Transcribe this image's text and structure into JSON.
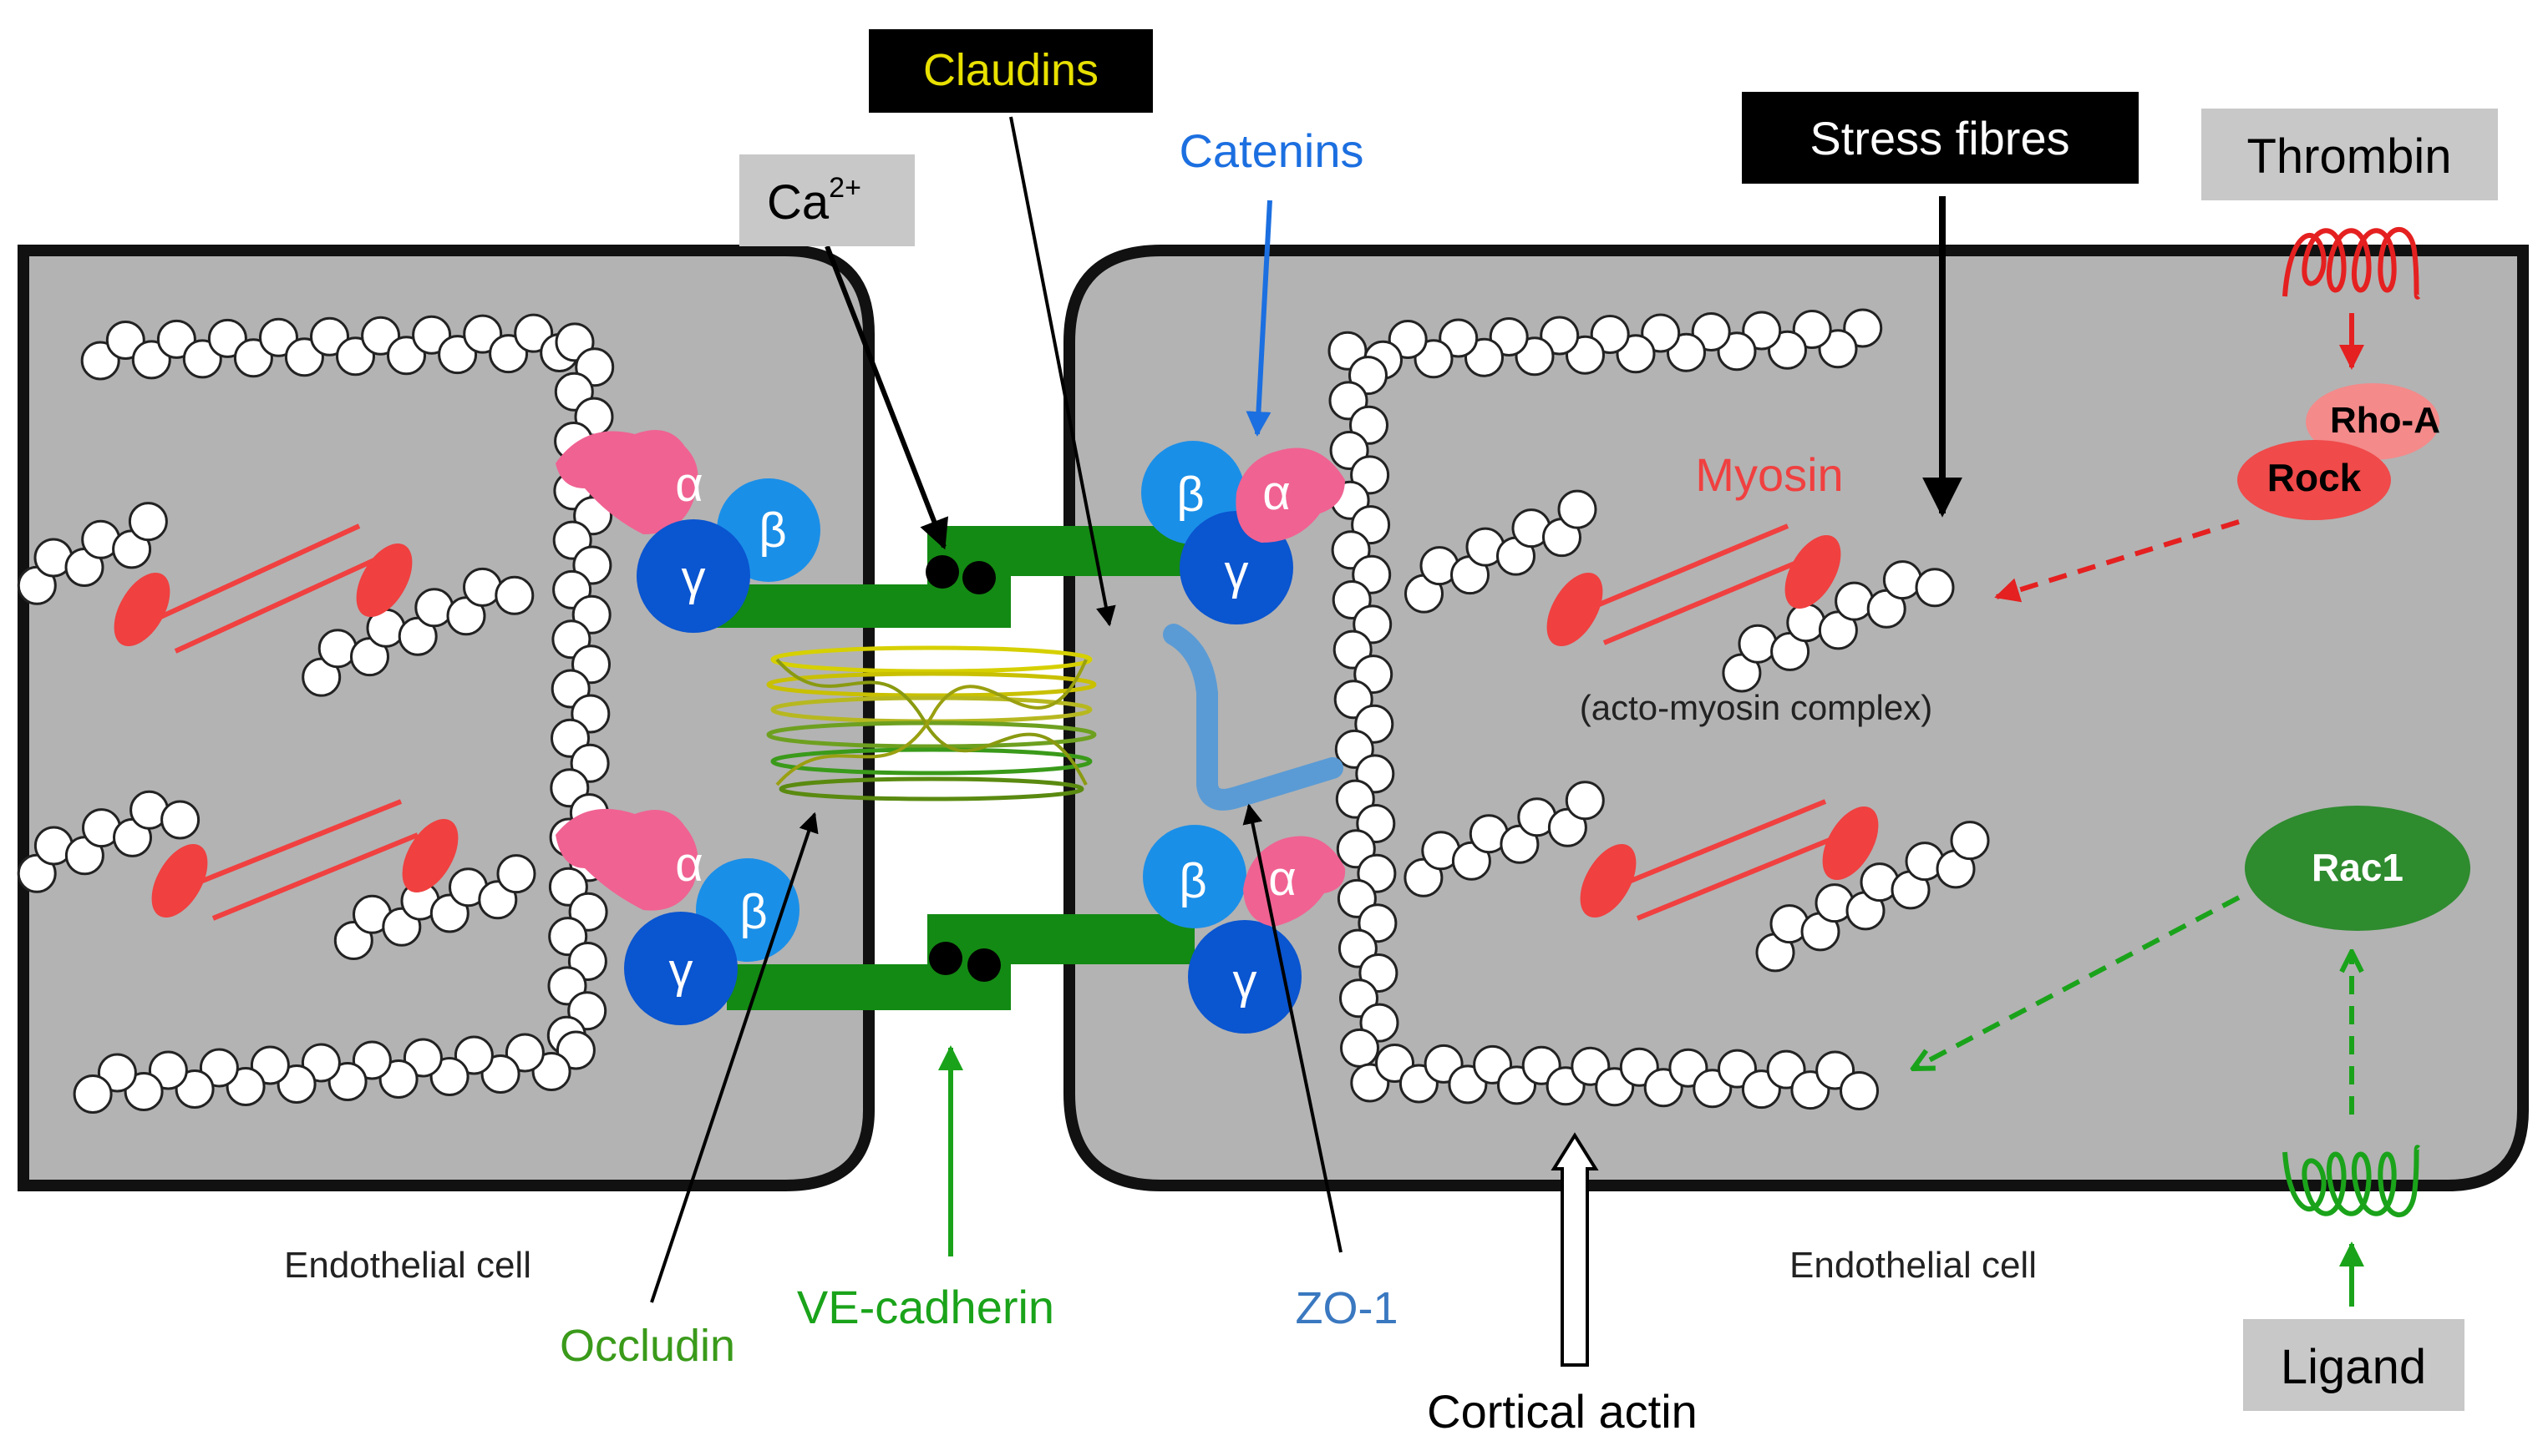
{
  "labels": {
    "claudins": "Claudins",
    "ca_base": "Ca",
    "ca_sup": "2+",
    "catenins": "Catenins",
    "stress_fibres": "Stress fibres",
    "thrombin": "Thrombin",
    "rho_a": "Rho-A",
    "rock": "Rock",
    "myosin": "Myosin",
    "acto_myosin": "(acto-myosin  complex)",
    "rac1": "Rac1",
    "endothelial_left": "Endothelial cell",
    "endothelial_right": "Endothelial cell",
    "occludin": "Occludin",
    "ve_cadherin": "VE-cadherin",
    "zo1": "ZO-1",
    "cortical_actin": "Cortical actin",
    "ligand": "Ligand"
  },
  "catenin_symbols": {
    "alpha": "α",
    "beta": "β",
    "gamma": "γ"
  },
  "colors": {
    "cell_fill": "#b3b3b3",
    "cell_stroke": "#111111",
    "label_box_gray": "#c8c8c8",
    "label_box_black": "#000000",
    "claudins_text": "#e8e000",
    "catenins_blue": "#1c6fe0",
    "beta_blue": "#1a8fe8",
    "gamma_blue": "#0a55d0",
    "alpha_pink": "#f06292",
    "cadherin_green": "#138a13",
    "occludin_green": "#3a9a1a",
    "zo1_blue": "#5a9bd5",
    "myosin_red": "#f04040",
    "rock_red": "#f04a4a",
    "rho_pink": "#f48a8a",
    "rac1_green": "#2e8b2e",
    "signal_green": "#1aa31a"
  }
}
